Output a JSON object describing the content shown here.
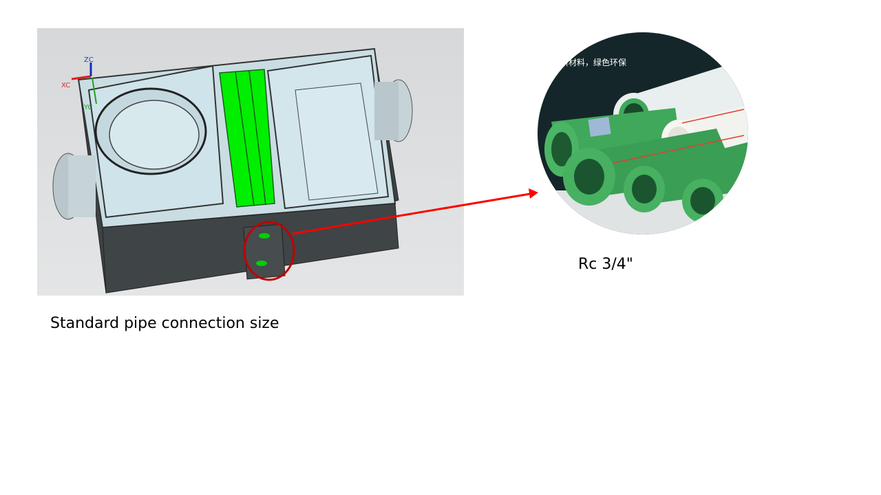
{
  "slide": {
    "cad_image": {
      "axis_labels": {
        "x": "XC",
        "y": "YC",
        "z": "ZC"
      }
    },
    "photo": {
      "slogan": "新材料，绿色环保"
    },
    "captions": {
      "left": "Standard pipe connection size",
      "right": "Rc 3/4\""
    },
    "colors": {
      "highlight": "#c00000",
      "arrow": "#ff0000",
      "filter_green": "#00ee00",
      "pipe_green": "#3fa85a"
    }
  }
}
